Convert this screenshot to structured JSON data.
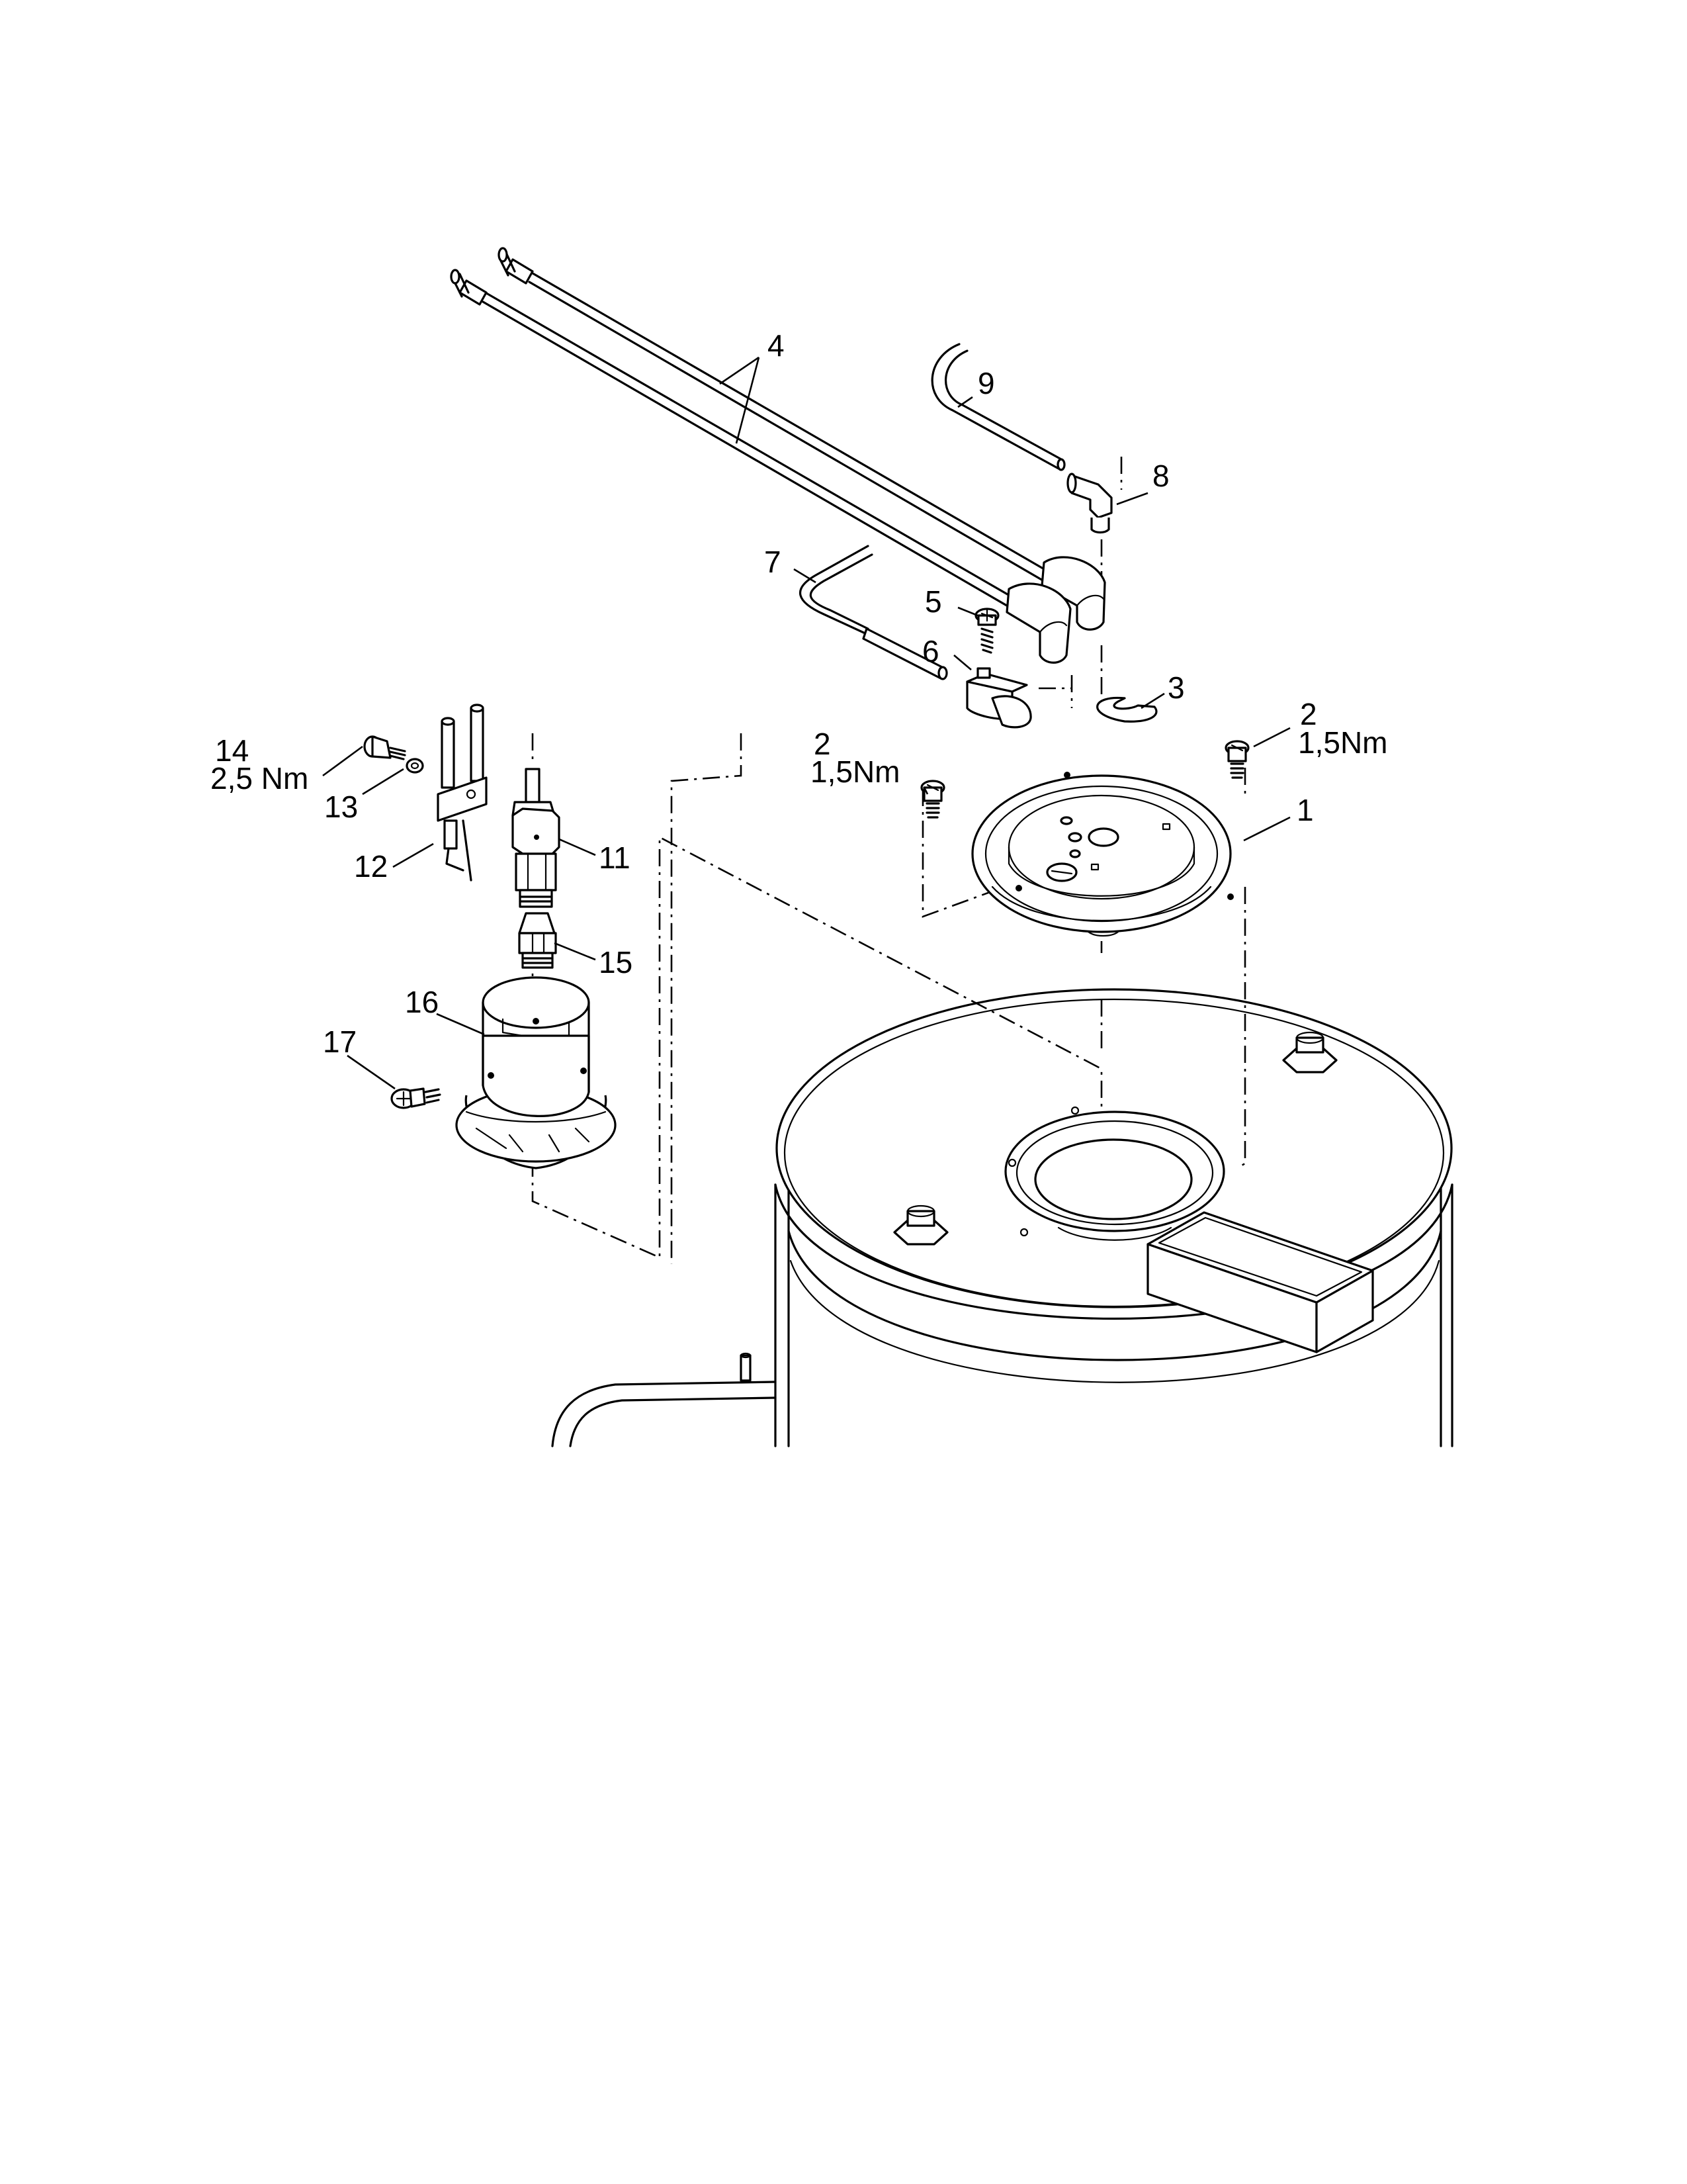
{
  "callouts": {
    "c1": "1",
    "c2a": "2",
    "c2a_torque": "1,5Nm",
    "c2b": "2",
    "c2b_torque": "1,5Nm",
    "c3": "3",
    "c4": "4",
    "c5": "5",
    "c6": "6",
    "c7": "7",
    "c8": "8",
    "c9": "9",
    "c11": "11",
    "c12": "12",
    "c13": "13",
    "c14": "14",
    "c14_torque": "2,5 Nm",
    "c15": "15",
    "c16": "16",
    "c17": "17"
  }
}
